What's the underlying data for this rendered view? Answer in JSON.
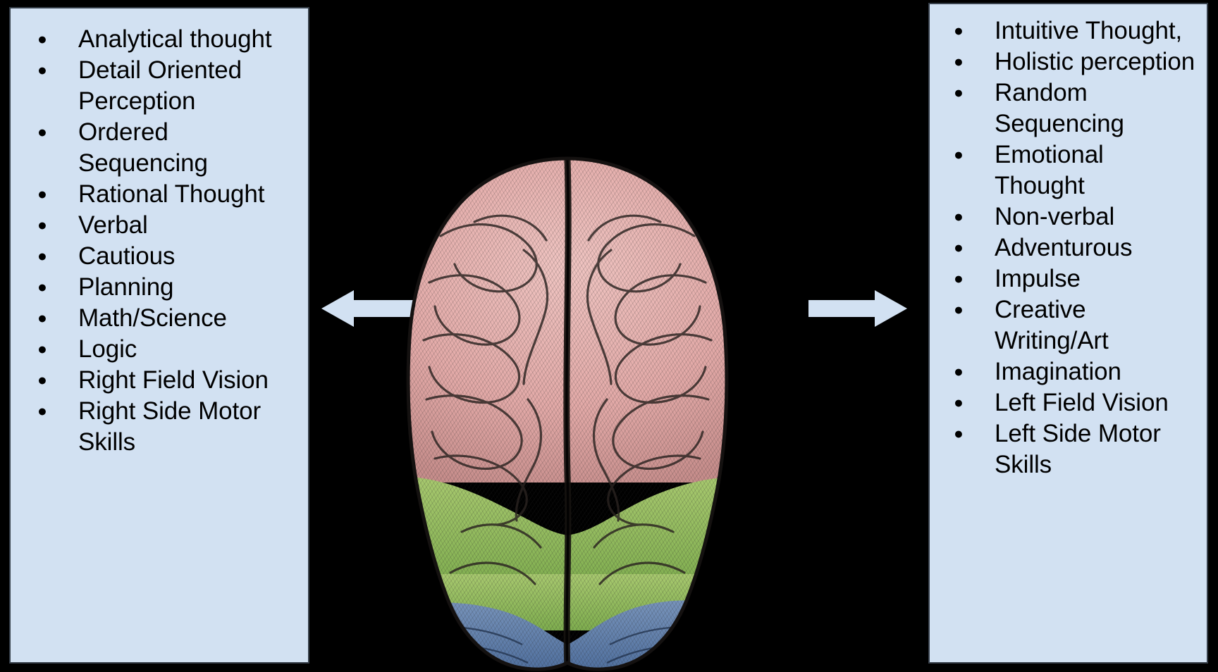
{
  "figure": {
    "background_color": "#000000",
    "panel_fill_color": "#d2e1f2",
    "panel_border_color": "#37404b",
    "arrow_color": "#d2e1f2"
  },
  "left_panel": {
    "name": "left-hemisphere-traits",
    "items": [
      "Analytical thought",
      "Detail Oriented Perception",
      "Ordered Sequencing",
      "Rational Thought",
      "Verbal",
      "Cautious",
      "Planning",
      "Math/Science",
      "Logic",
      "Right Field Vision",
      "Right Side Motor Skills"
    ]
  },
  "right_panel": {
    "name": "right-hemisphere-traits",
    "items": [
      "Intuitive Thought,",
      "Holistic perception",
      "Random Sequencing",
      "Emotional Thought",
      "Non-verbal",
      "Adventurous",
      "Impulse",
      "Creative Writing/Art",
      "Imagination",
      "Left Field Vision",
      "Left Side Motor Skills"
    ]
  },
  "arrows": {
    "left": {
      "name": "left-pointing-arrow",
      "direction": "left"
    },
    "right": {
      "name": "right-pointing-arrow",
      "direction": "right"
    }
  },
  "brain_image": {
    "name": "brain-superior-view-illustration",
    "description": "Top-down anatomical engraving of a human brain with two hemispheres",
    "regions": [
      {
        "label": "frontal-parietal-lobes",
        "color": "#e4aeae"
      },
      {
        "label": "occipital-lobes",
        "color": "#8ebc5a"
      },
      {
        "label": "cerebellum",
        "color": "#5a7fae"
      }
    ]
  }
}
